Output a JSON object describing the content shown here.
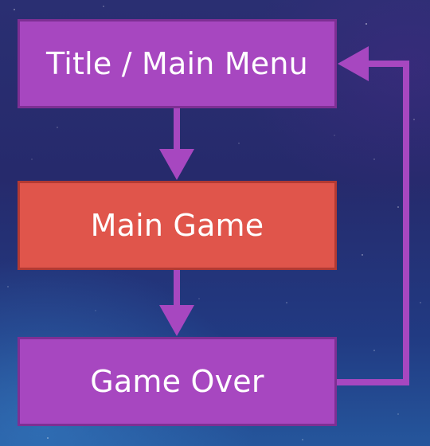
{
  "diagram": {
    "nodes": [
      {
        "id": "title",
        "label": "Title / Main Menu",
        "color": "#a747c0"
      },
      {
        "id": "main_game",
        "label": "Main Game",
        "color": "#e0554b"
      },
      {
        "id": "game_over",
        "label": "Game Over",
        "color": "#a747c0"
      }
    ],
    "edges": [
      {
        "from": "title",
        "to": "main_game"
      },
      {
        "from": "main_game",
        "to": "game_over"
      },
      {
        "from": "game_over",
        "to": "title"
      }
    ],
    "arrow_color": "#a747c0",
    "background_color": "#262a6c"
  }
}
